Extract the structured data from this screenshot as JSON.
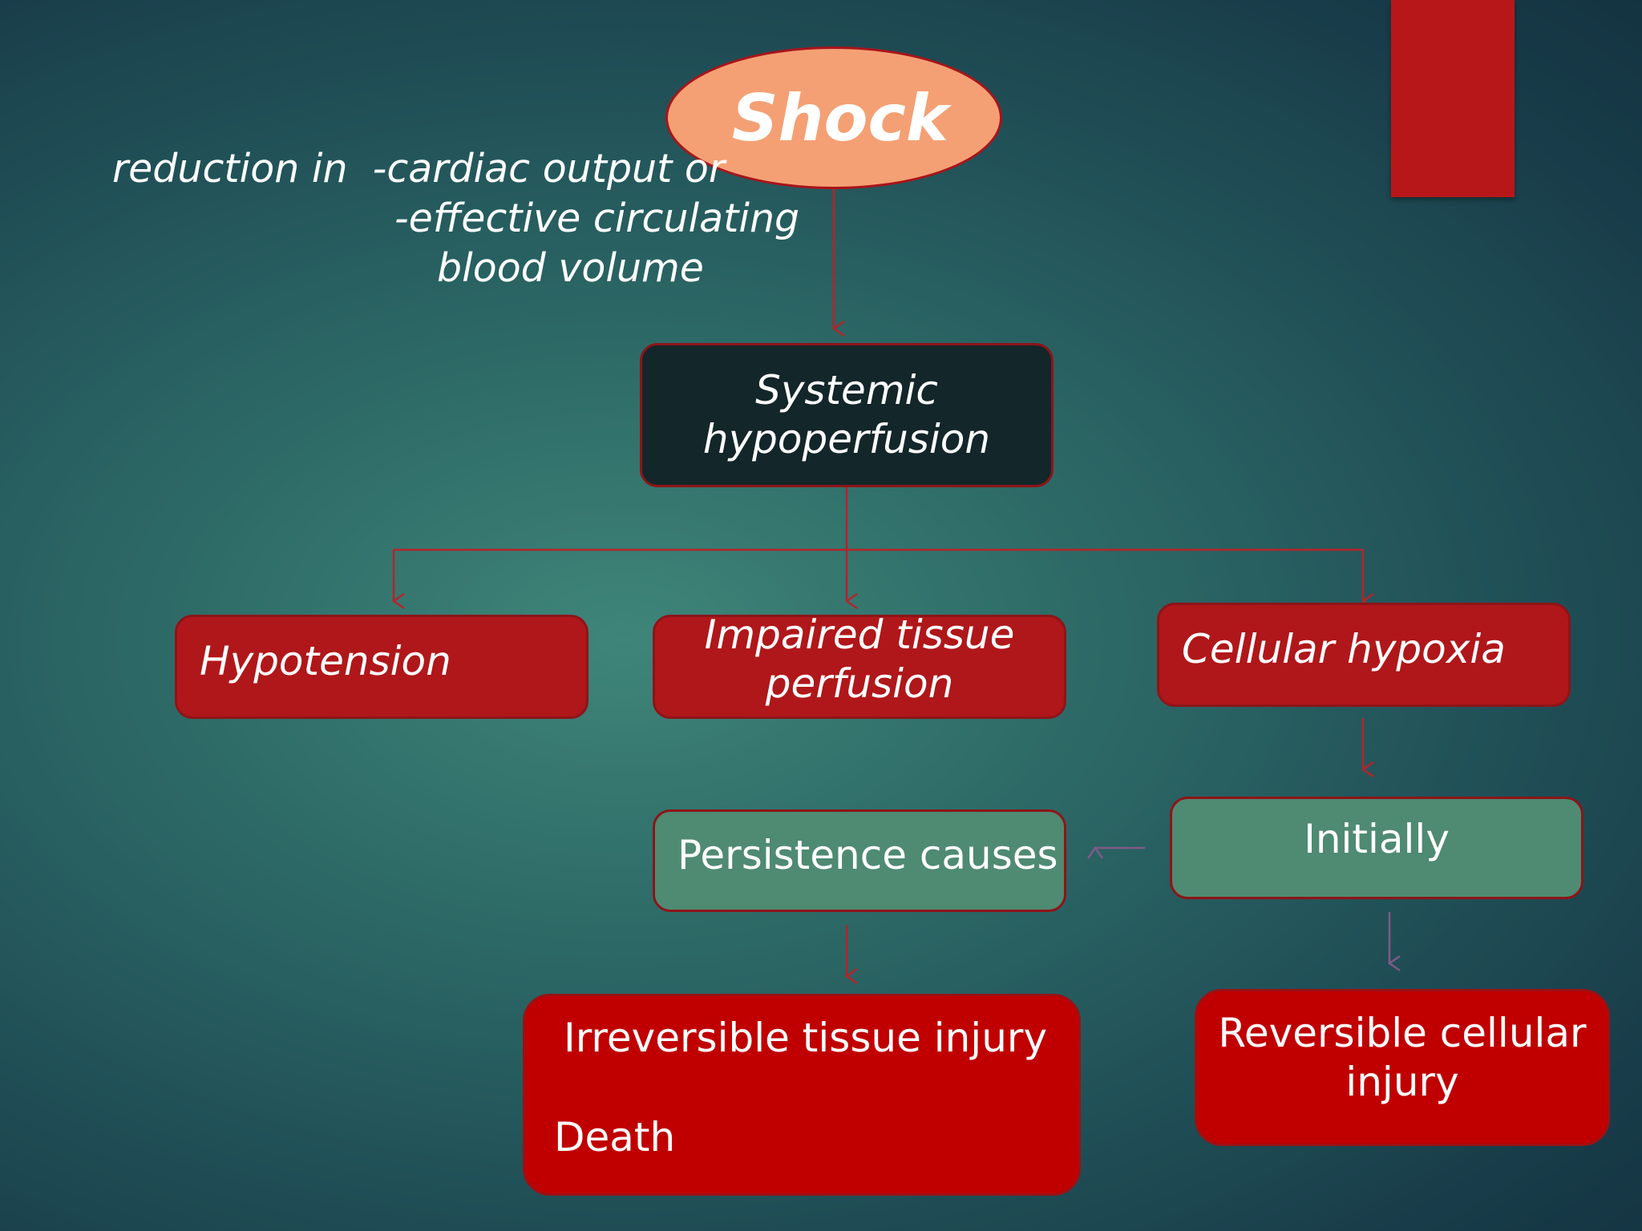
{
  "diagram": {
    "root": "Shock",
    "definition_lines": [
      "reduction in  -cardiac output or",
      "-effective circulating",
      "blood volume"
    ],
    "level1": [
      "Systemic",
      "hypoperfusion"
    ],
    "effects": {
      "hypotension": "Hypotension",
      "impaired": [
        "Impaired tissue",
        "perfusion"
      ],
      "hypoxia": "Cellular hypoxia"
    },
    "initially": "Initially",
    "persistence": "Persistence causes",
    "irreversible": "Irreversible tissue injury",
    "death": "Death",
    "reversible": [
      "Reversible cellular",
      "injury"
    ]
  },
  "colors": {
    "shock_fill": "#f4a074",
    "red": "#b0171a",
    "bright_red": "#c00000",
    "dark": "#13262a",
    "green": "#4f8a73",
    "accent_bar": "#b8171a"
  }
}
